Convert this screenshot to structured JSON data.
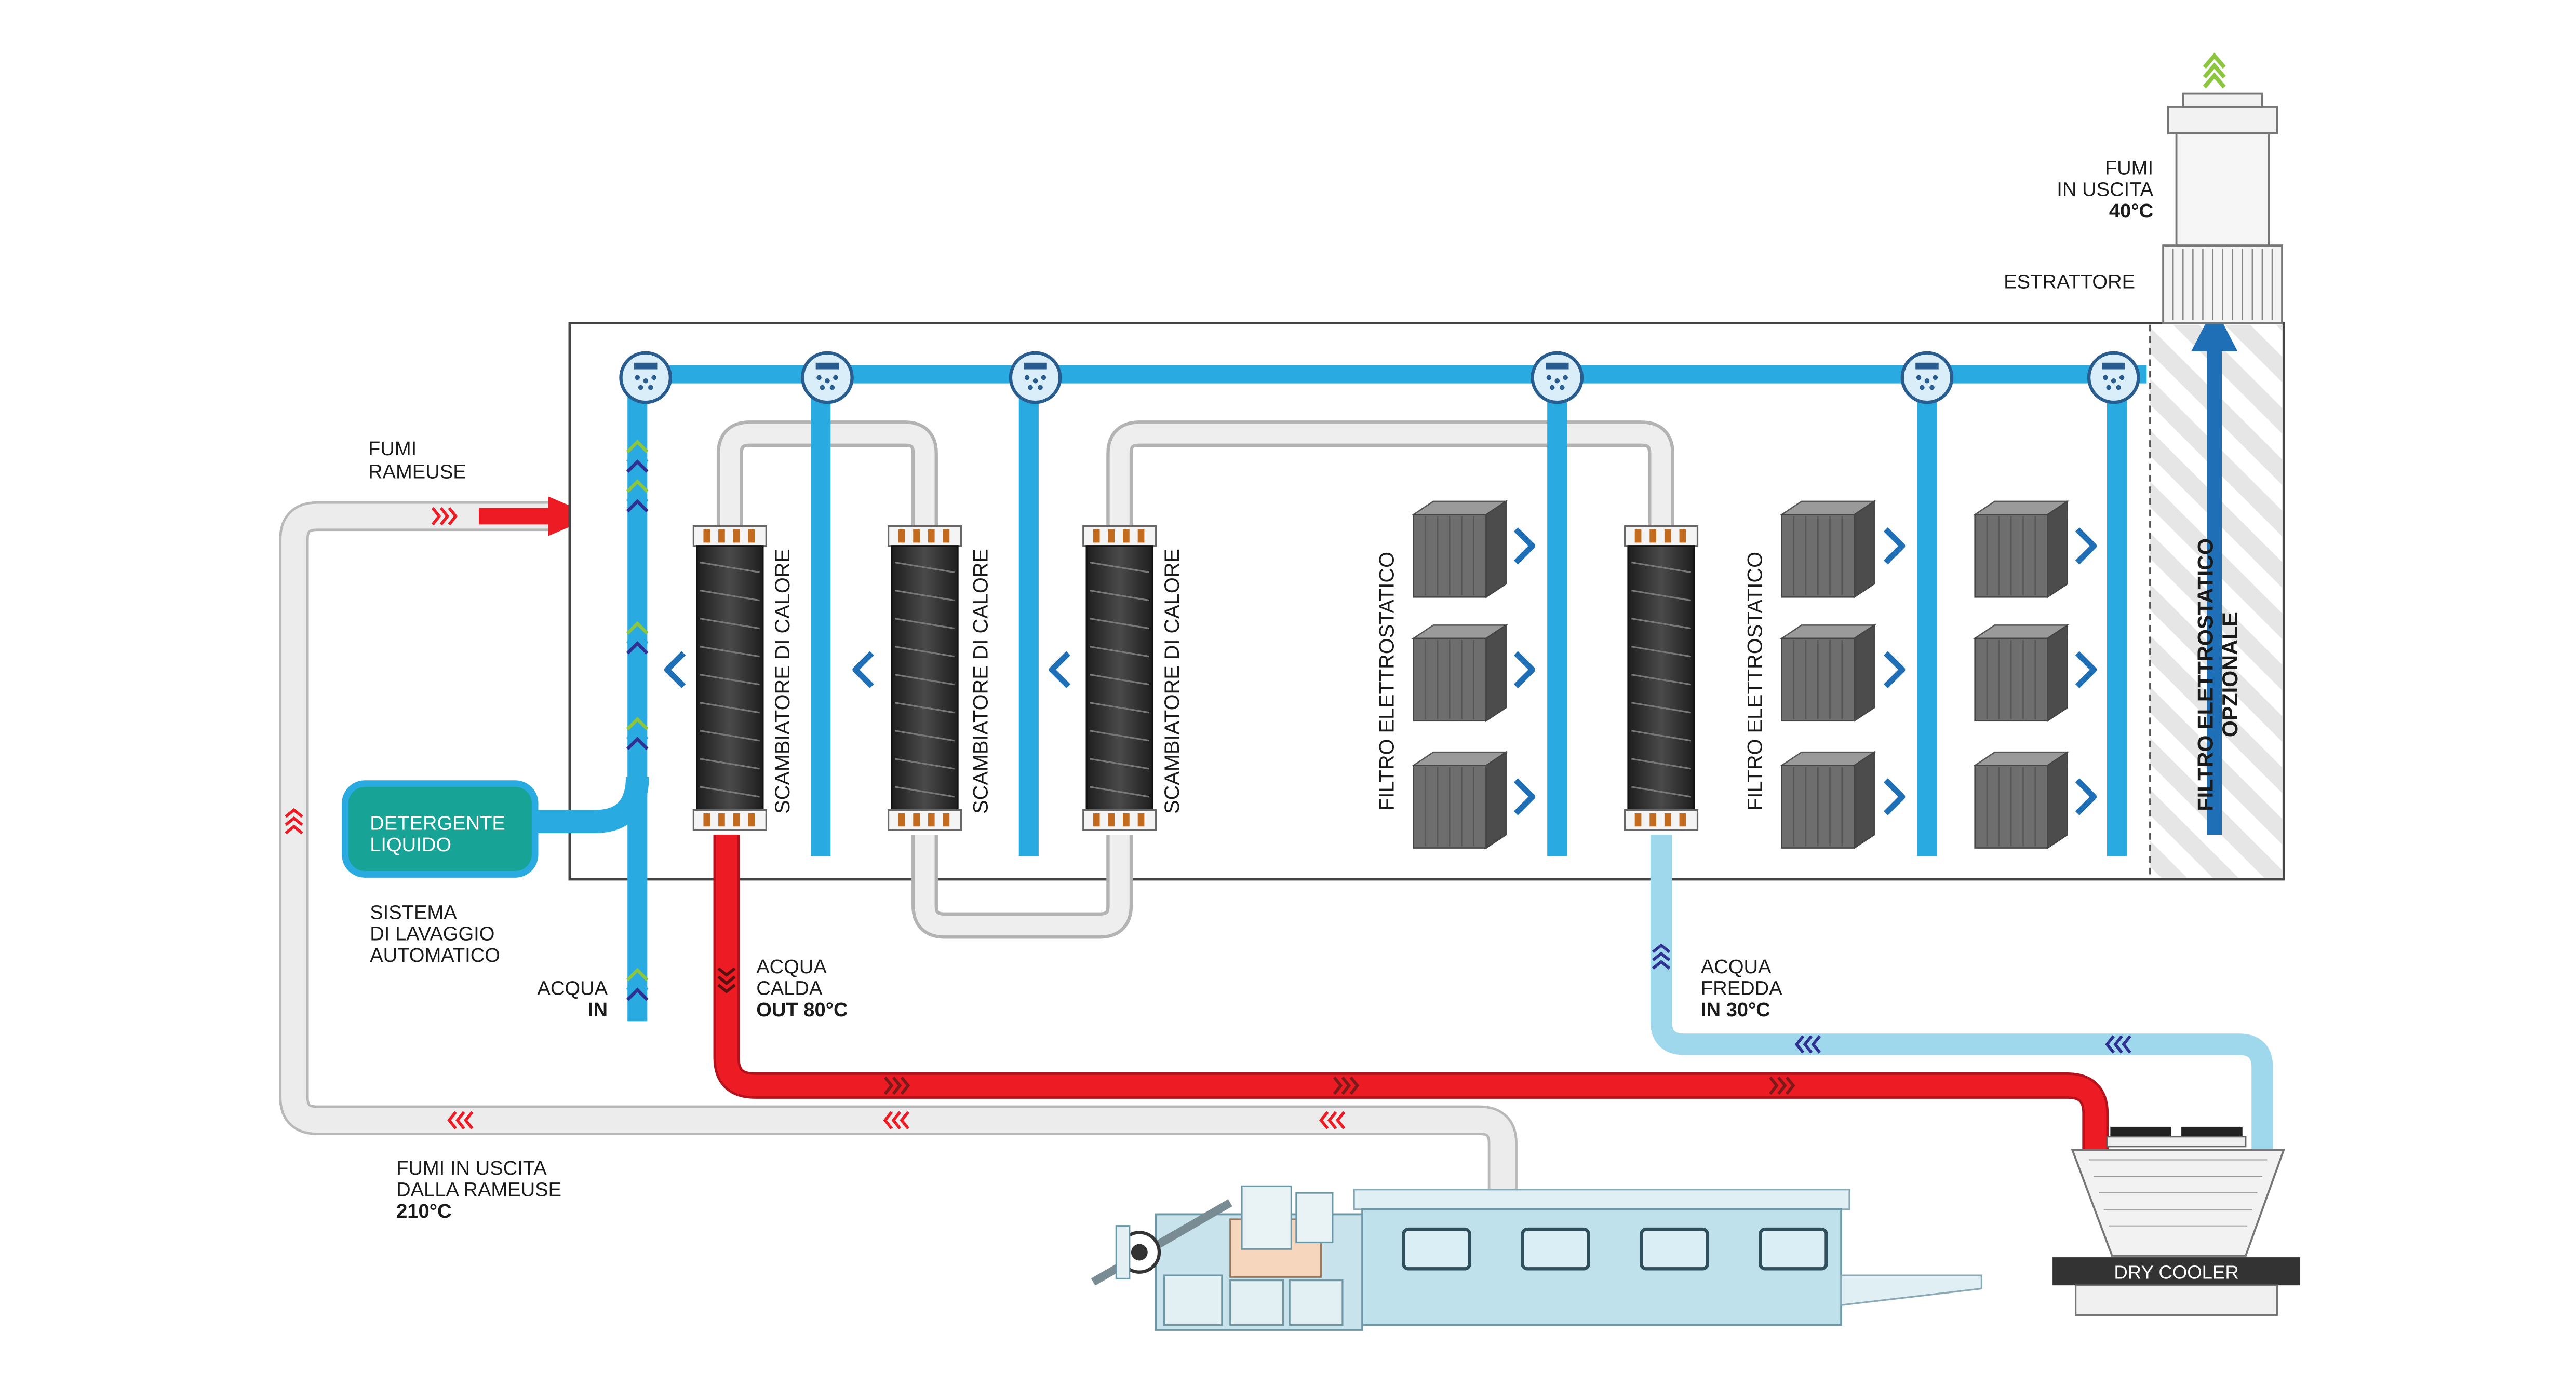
{
  "labels": {
    "fumi_rameuse": [
      "FUMI",
      "RAMEUSE"
    ],
    "fumi_uscita_top": [
      "FUMI",
      "IN USCITA",
      "40°C"
    ],
    "estrattore": "ESTRATTORE",
    "detergente": [
      "DETERGENTE",
      "LIQUIDO"
    ],
    "sistema": [
      "SISTEMA",
      "DI LAVAGGIO",
      "AUTOMATICO"
    ],
    "acqua_in": [
      "ACQUA",
      "IN"
    ],
    "acqua_calda": [
      "ACQUA",
      "CALDA",
      "OUT 80°C"
    ],
    "acqua_fredda": [
      "ACQUA",
      "FREDDA",
      "IN 30°C"
    ],
    "fumi_uscita_rameuse": [
      "FUMI IN USCITA",
      "DALLA RAMEUSE",
      "210°C"
    ],
    "dry_cooler": "DRY COOLER",
    "scambiatore": "SCAMBIATORE DI CALORE",
    "filtro": "FILTRO ELETTROSTATICO",
    "filtro_opz": [
      "FILTRO ELETTROSTATICO",
      "OPZIONALE"
    ]
  },
  "colors": {
    "water_blue": "#29abe2",
    "cold_blue": "#9fd8ec",
    "hot_red": "#ed1c24",
    "grey_pipe": "#e6e6e6",
    "teal": "#17a497",
    "arrow_navy": "#2e3192",
    "arrow_green": "#8cc63f",
    "chevron_blue": "#1e6fb5",
    "dry_cooler_label_bg": "#333333"
  }
}
